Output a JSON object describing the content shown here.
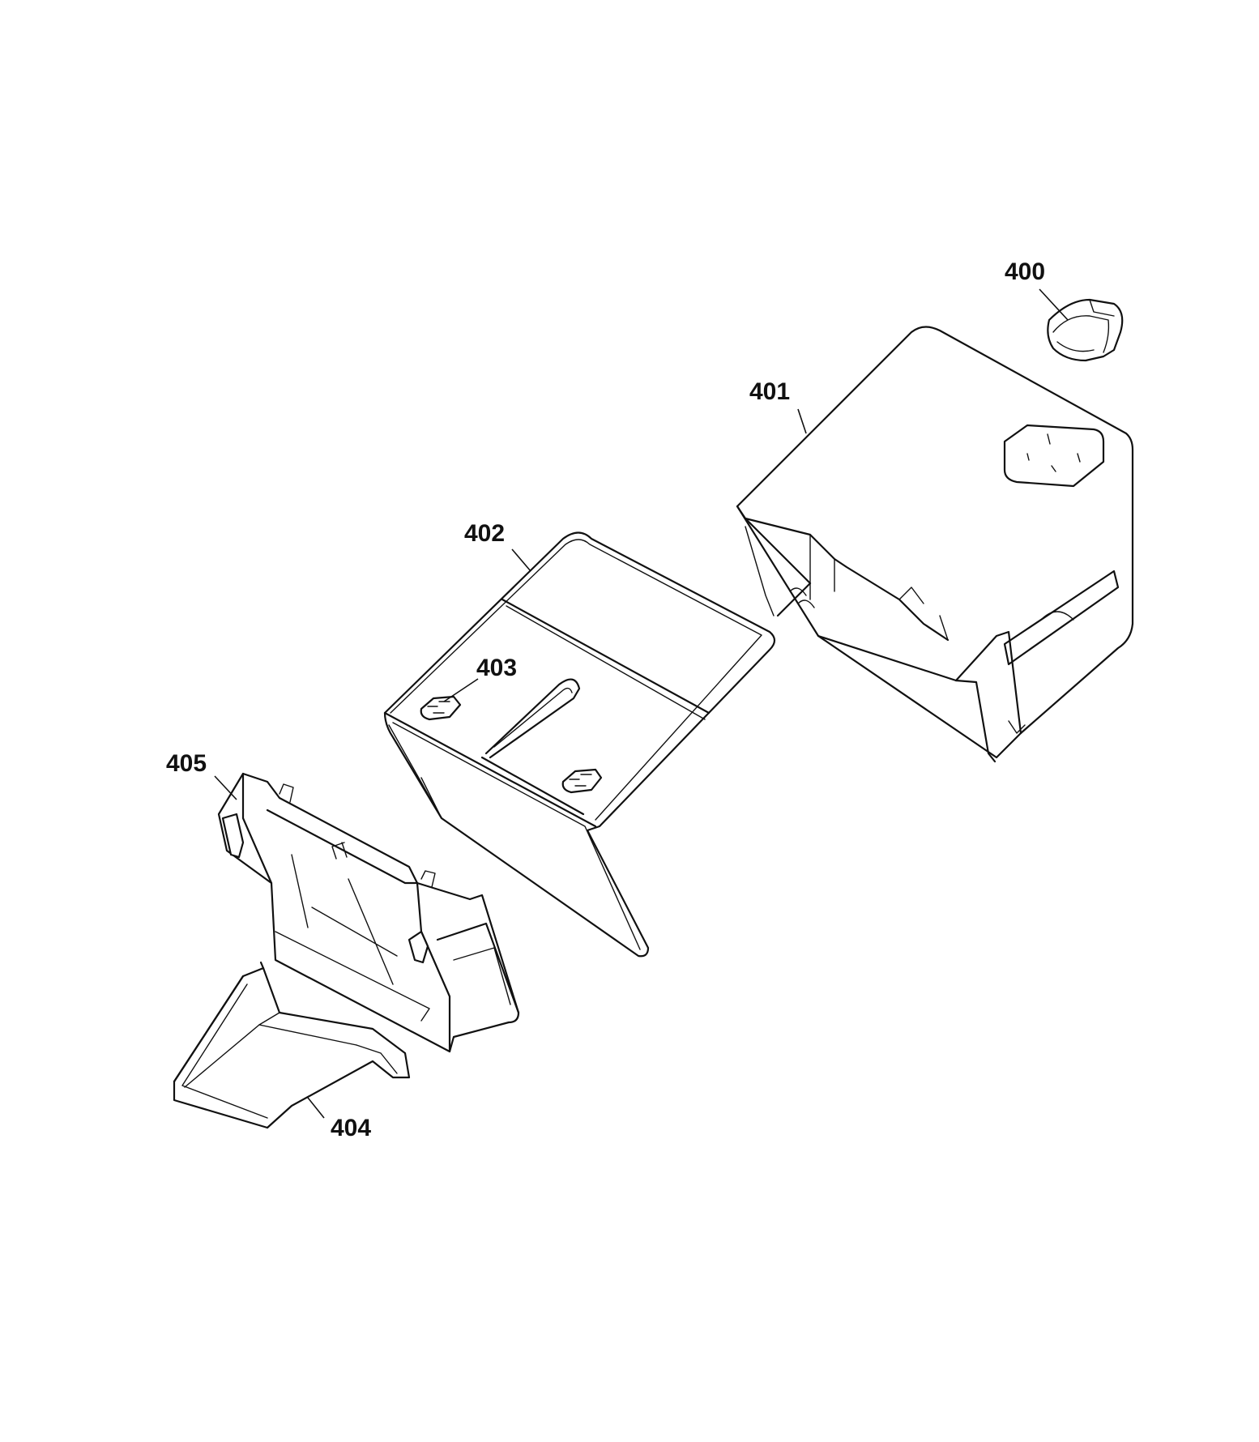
{
  "callouts": {
    "p400": "400",
    "p401": "401",
    "p402": "402",
    "p403": "403",
    "p404": "404",
    "p405": "405"
  },
  "colors": {
    "line": "#111111",
    "background": "#ffffff"
  }
}
